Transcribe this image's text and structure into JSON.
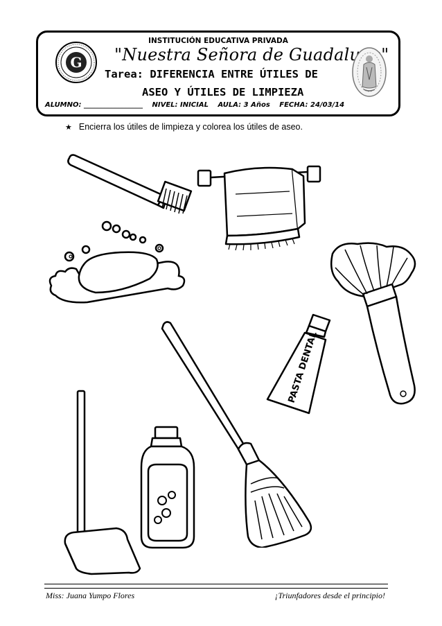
{
  "header": {
    "institution": "INSTITUCIÓN EDUCATIVA PRIVADA",
    "motto": "\"Nuestra Señora de Guadalupe\"",
    "task_label": "Tarea:",
    "task_title_line1": "DIFERENCIA ENTRE ÚTILES DE",
    "task_title_line2": "ASEO Y ÚTILES DE LIMPIEZA",
    "logo_letter": "G",
    "fields": {
      "alumno": "ALUMNO: _________________",
      "nivel": "NIVEL: INICIAL",
      "aula": "AULA: 3 Años",
      "fecha": "FECHA: 24/03/14"
    }
  },
  "instruction": {
    "bullet_icon": "star-icon",
    "text": "Encierra los útiles de limpieza y colorea los útiles de aseo."
  },
  "drawings": {
    "toothpaste_label": "PASTA DENTAL",
    "items": [
      "toothbrush-drawing",
      "towel-drawing",
      "soap-drawing",
      "feather-duster-drawing",
      "toothpaste-drawing",
      "dustpan-drawing",
      "shampoo-bottle-drawing",
      "broom-drawing"
    ]
  },
  "footer": {
    "left": "Miss:   Juana Yumpo Flores",
    "right": "¡Triunfadores desde el principio!"
  }
}
